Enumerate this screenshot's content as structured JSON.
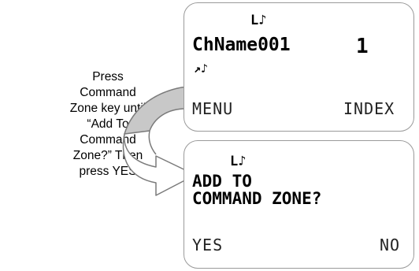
{
  "instruction": {
    "text": "Press\nCommand\nZone key until\n“Add To\nCommand\nZone?” Then\npress YES"
  },
  "screen_top": {
    "status_icons": "L♪",
    "channel_name": "ChName001",
    "channel_number": "1",
    "sub_icons": "↗♪",
    "left_softkey": "MENU",
    "right_softkey": "INDEX"
  },
  "screen_bottom": {
    "status_icons": "L♪",
    "prompt_line1": "ADD TO",
    "prompt_line2": "COMMAND ZONE?",
    "left_softkey": "YES",
    "right_softkey": "NO"
  },
  "colors": {
    "screen_border": "#9a9a9a",
    "arrow_fill": "#c8c8c8",
    "arrow_outline": "#7a7a7a"
  }
}
